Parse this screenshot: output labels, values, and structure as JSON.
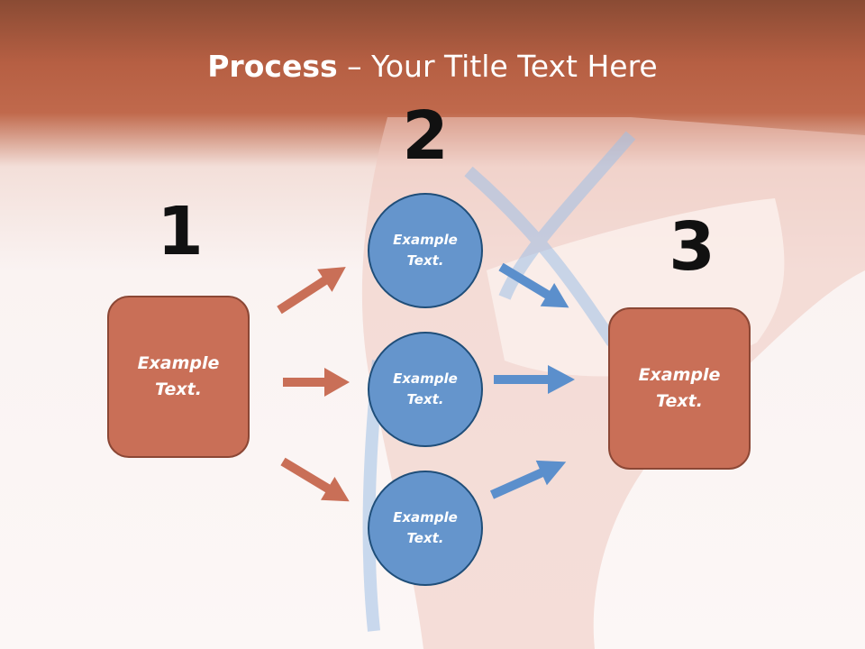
{
  "title": {
    "bold": "Process",
    "rest": " – Your Title Text Here"
  },
  "numbers": {
    "one": "1",
    "two": "2",
    "three": "3"
  },
  "boxes": {
    "left": {
      "line1": "Example",
      "line2": "Text."
    },
    "right": {
      "line1": "Example",
      "line2": "Text."
    }
  },
  "circles": [
    {
      "line1": "Example",
      "line2": "Text."
    },
    {
      "line1": "Example",
      "line2": "Text."
    },
    {
      "line1": "Example",
      "line2": "Text."
    }
  ],
  "colors": {
    "box": "#c96f57",
    "circle": "#6595cc",
    "arrow_red": "#c96f57",
    "arrow_blue": "#5b8fcc"
  }
}
